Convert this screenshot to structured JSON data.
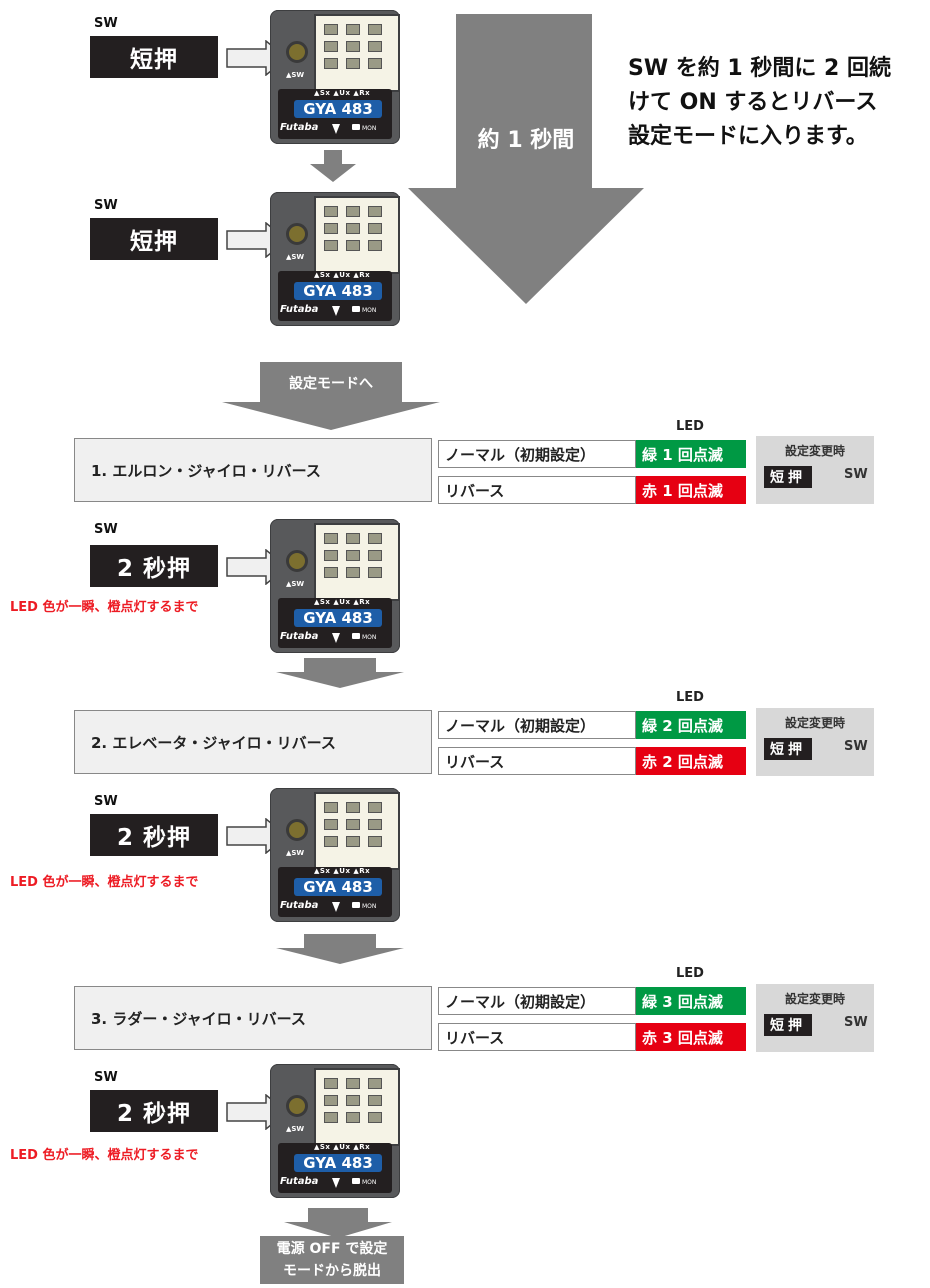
{
  "intro": {
    "sw_label": "SW",
    "short_press": "短押",
    "duration_label": "約 1 秒間",
    "description_lines": [
      "SW を約 1 秒間に 2 回続",
      "けて ON するとリバース",
      "設定モードに入ります。"
    ]
  },
  "gyro": {
    "model": "GYA 483",
    "brand": "Futaba",
    "sw_port": "▲SW",
    "ports": "▲Sx ▲Ux ▲Rx",
    "mon": "MON"
  },
  "to_setting_mode": "設定モードへ",
  "led_header": "LED",
  "steps": [
    {
      "title": "1.  エルロン・ジャイロ・リバース",
      "normal": "ノーマル（初期設定）",
      "normal_led": "緑 1 回点滅",
      "reverse": "リバース",
      "reverse_led": "赤 1 回点滅",
      "change_title": "設定変更時",
      "change_btn": "短押",
      "change_sw": "SW",
      "sw_label": "SW",
      "press": "2 秒押",
      "note": "LED 色が一瞬、橙点灯するまで"
    },
    {
      "title": "2.  エレベータ・ジャイロ・リバース",
      "normal": "ノーマル（初期設定）",
      "normal_led": "緑 2 回点滅",
      "reverse": "リバース",
      "reverse_led": "赤 2 回点滅",
      "change_title": "設定変更時",
      "change_btn": "短押",
      "change_sw": "SW",
      "sw_label": "SW",
      "press": "2 秒押",
      "note": "LED 色が一瞬、橙点灯するまで"
    },
    {
      "title": "3.  ラダー・ジャイロ・リバース",
      "normal": "ノーマル（初期設定）",
      "normal_led": "緑 3 回点滅",
      "reverse": "リバース",
      "reverse_led": "赤 3 回点滅",
      "change_title": "設定変更時",
      "change_btn": "短押",
      "change_sw": "SW",
      "sw_label": "SW",
      "press": "2 秒押",
      "note": "LED 色が一瞬、橙点灯するまで"
    }
  ],
  "exit_lines": [
    "電源 OFF で設定",
    "モードから脱出"
  ],
  "colors": {
    "green": "#009944",
    "red": "#e60012",
    "dark": "#231f20",
    "arrow": "#808080",
    "note_red": "#ed1c24",
    "gyro_blue": "#1e5ea8"
  }
}
